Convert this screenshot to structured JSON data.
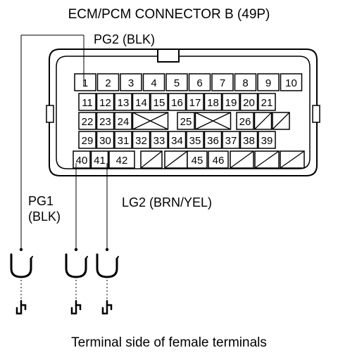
{
  "title": "ECM/PCM CONNECTOR B (49P)",
  "caption": "Terminal side of female terminals",
  "labels": {
    "pg2": "PG2 (BLK)",
    "pg1_line1": "PG1",
    "pg1_line2": "(BLK)",
    "lg2": "LG2 (BRN/YEL)"
  },
  "connector": {
    "row1": [
      "1",
      "2",
      "3",
      "4",
      "5",
      "6",
      "7",
      "8",
      "9",
      "10"
    ],
    "row2": [
      "11",
      "12",
      "13",
      "14",
      "15",
      "16",
      "17",
      "18",
      "19",
      "20",
      "21"
    ],
    "row3": [
      "22",
      "23",
      "24",
      "",
      "25",
      "",
      "26",
      "",
      ""
    ],
    "row4": [
      "29",
      "30",
      "31",
      "32",
      "33",
      "34",
      "35",
      "36",
      "37",
      "38",
      "39"
    ],
    "row5": [
      "40",
      "41",
      "42",
      "",
      "45",
      "46",
      "",
      "",
      ""
    ]
  },
  "colors": {
    "ink": "#000000",
    "paper": "#ffffff"
  }
}
